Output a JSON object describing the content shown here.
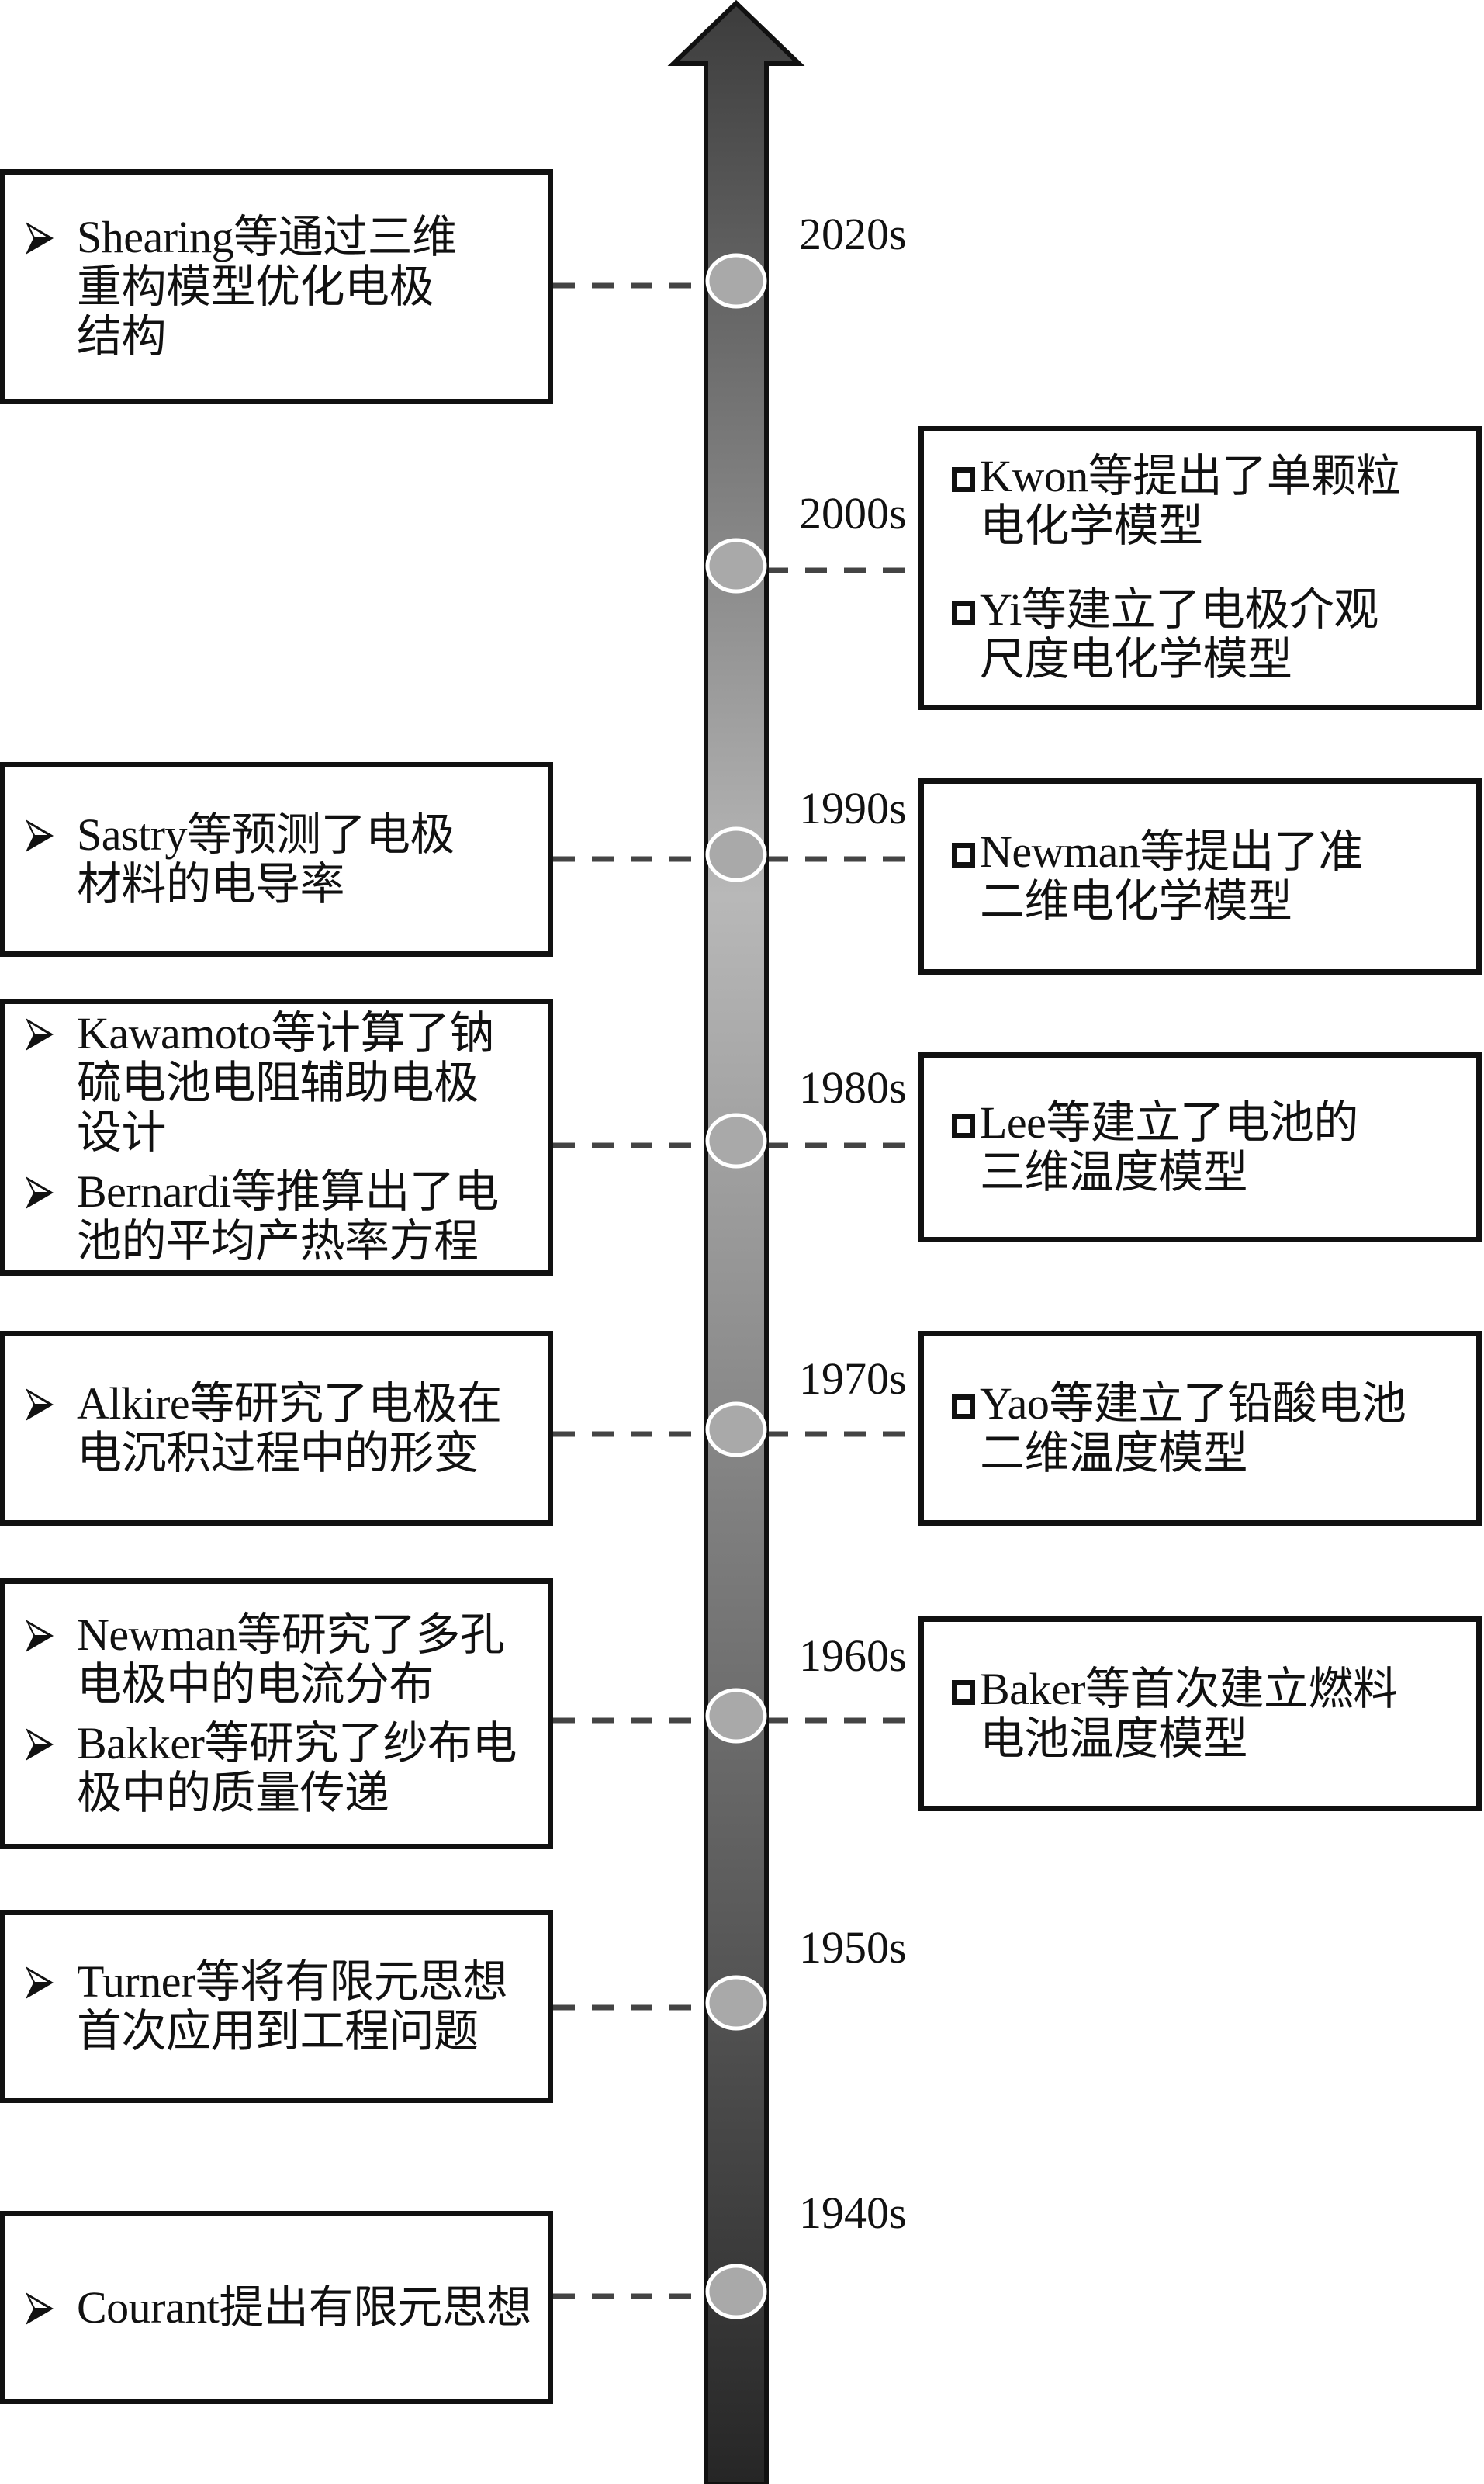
{
  "title": "Electrode / battery modeling development timeline",
  "colors": {
    "axis_top": "#3c3c3c",
    "axis_light": "#b8b8b8",
    "axis_bottom": "#262626",
    "node_fill": "#a9a9a9",
    "node_stroke": "#ffffff",
    "connector": "#444444",
    "box_border": "#111111"
  },
  "timeline": [
    {
      "year": "2020s",
      "left": [
        "Shearing等通过三维\n重构模型优化电极\n结构"
      ],
      "right": []
    },
    {
      "year": "2000s",
      "left": [],
      "right": [
        "Kwon等提出了单颗粒\n电化学模型",
        "Yi等建立了电极介观\n尺度电化学模型"
      ]
    },
    {
      "year": "1990s",
      "left": [
        "Sastry等预测了电极\n材料的电导率"
      ],
      "right": [
        "Newman等提出了准\n二维电化学模型"
      ]
    },
    {
      "year": "1980s",
      "left": [
        "Kawamoto等计算了钠\n硫电池电阻辅助电极\n设计",
        "Bernardi等推算出了电\n池的平均产热率方程"
      ],
      "right": [
        "Lee等建立了电池的\n三维温度模型"
      ]
    },
    {
      "year": "1970s",
      "left": [
        "Alkire等研究了电极在\n电沉积过程中的形变"
      ],
      "right": [
        "Yao等建立了铅酸电池\n二维温度模型"
      ]
    },
    {
      "year": "1960s",
      "left": [
        "Newman等研究了多孔\n电极中的电流分布",
        "Bakker等研究了纱布电\n极中的质量传递"
      ],
      "right": [
        "Baker等首次建立燃料\n电池温度模型"
      ]
    },
    {
      "year": "1950s",
      "left": [
        "Turner等将有限元思想\n首次应用到工程问题"
      ],
      "right": []
    },
    {
      "year": "1940s",
      "left": [
        "Courant提出有限元思想"
      ],
      "right": []
    }
  ],
  "icons": {
    "axis": "up-arrow-icon",
    "left_bullet": "triangle-arrow-bullet-icon",
    "right_bullet": "hollow-square-bullet-icon",
    "node": "ellipse-node-icon"
  }
}
